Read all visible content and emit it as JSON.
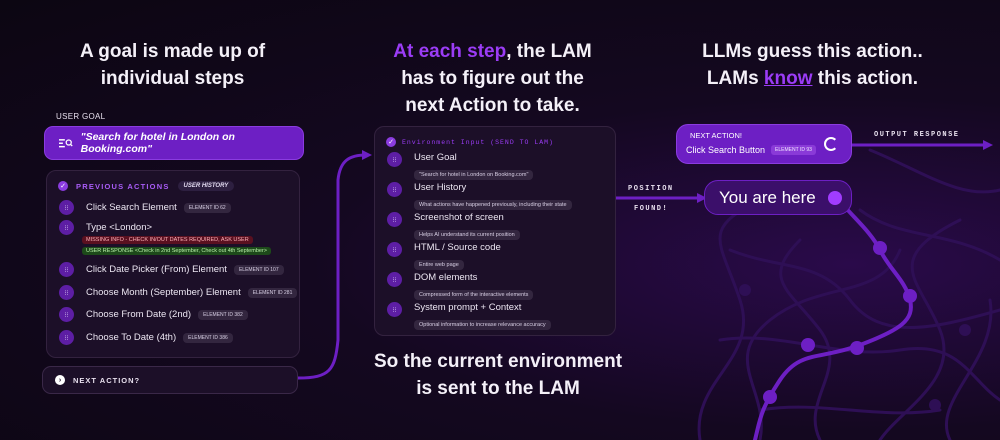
{
  "col1": {
    "heading_line1": "A goal is made up of",
    "heading_line2": "individual steps",
    "user_goal_label": "USER GOAL",
    "user_goal_text": "\"Search for hotel in London on Booking.com\"",
    "previous_actions_title": "PREVIOUS ACTIONS",
    "user_history_badge": "USER HISTORY",
    "steps": [
      {
        "label": "Click Search Element",
        "tag": "ELEMENT ID 62"
      },
      {
        "label": "Type <London>",
        "tag": ""
      },
      {
        "label": "Click Date Picker (From) Element",
        "tag": "ELEMENT ID 107"
      },
      {
        "label": "Choose Month (September) Element",
        "tag": "ELEMENT ID 281"
      },
      {
        "label": "Choose From Date (2nd)",
        "tag": "ELEMENT ID 382"
      },
      {
        "label": "Choose To Date (4th)",
        "tag": "ELEMENT ID 386"
      }
    ],
    "missing_info": "MISSING INFO - CHECK IN/OUT DATES REQUIRED, ASK USER",
    "user_response": "USER RESPONSE <Check in 2nd September, Check out 4th September>",
    "next_action": "NEXT ACTION?"
  },
  "col2": {
    "heading_accent": "At each step",
    "heading_rest": ", the LAM",
    "heading_line2": "has to figure out the",
    "heading_line3": "next Action to take.",
    "env_title": "Environment Input (SEND TO LAM)",
    "items": [
      {
        "title": "User Goal",
        "sub": "\"Search for hotel in London on Booking.com\""
      },
      {
        "title": "User History",
        "sub": "What actions have happened previously, including their state"
      },
      {
        "title": "Screenshot of screen",
        "sub": "Helps AI understand its current position"
      },
      {
        "title": "HTML / Source code",
        "sub": "Entire web page"
      },
      {
        "title": "DOM elements",
        "sub": "Compressed form of the interactive elements"
      },
      {
        "title": "System prompt + Context",
        "sub": "Optional information to increase relevance accuracy"
      }
    ],
    "footer_line1": "So the current environment",
    "footer_line2": "is sent to the LAM"
  },
  "connector": {
    "position": "POSITION",
    "found": "FOUND!"
  },
  "col3": {
    "heading_line1": "LLMs guess this action..",
    "heading_line2_pre": "LAMs ",
    "heading_line2_em": "know",
    "heading_line2_post": " this action.",
    "next_action_title": "NEXT ACTION!",
    "next_action_text": "Click Search Button",
    "next_action_tag": "ELEMENT ID 93",
    "output_response": "OUTPUT RESPONSE",
    "you_are_here": "You are here"
  },
  "colors": {
    "accent": "#9b3cf6",
    "brand": "#6d1fc4",
    "background": "#140820"
  }
}
